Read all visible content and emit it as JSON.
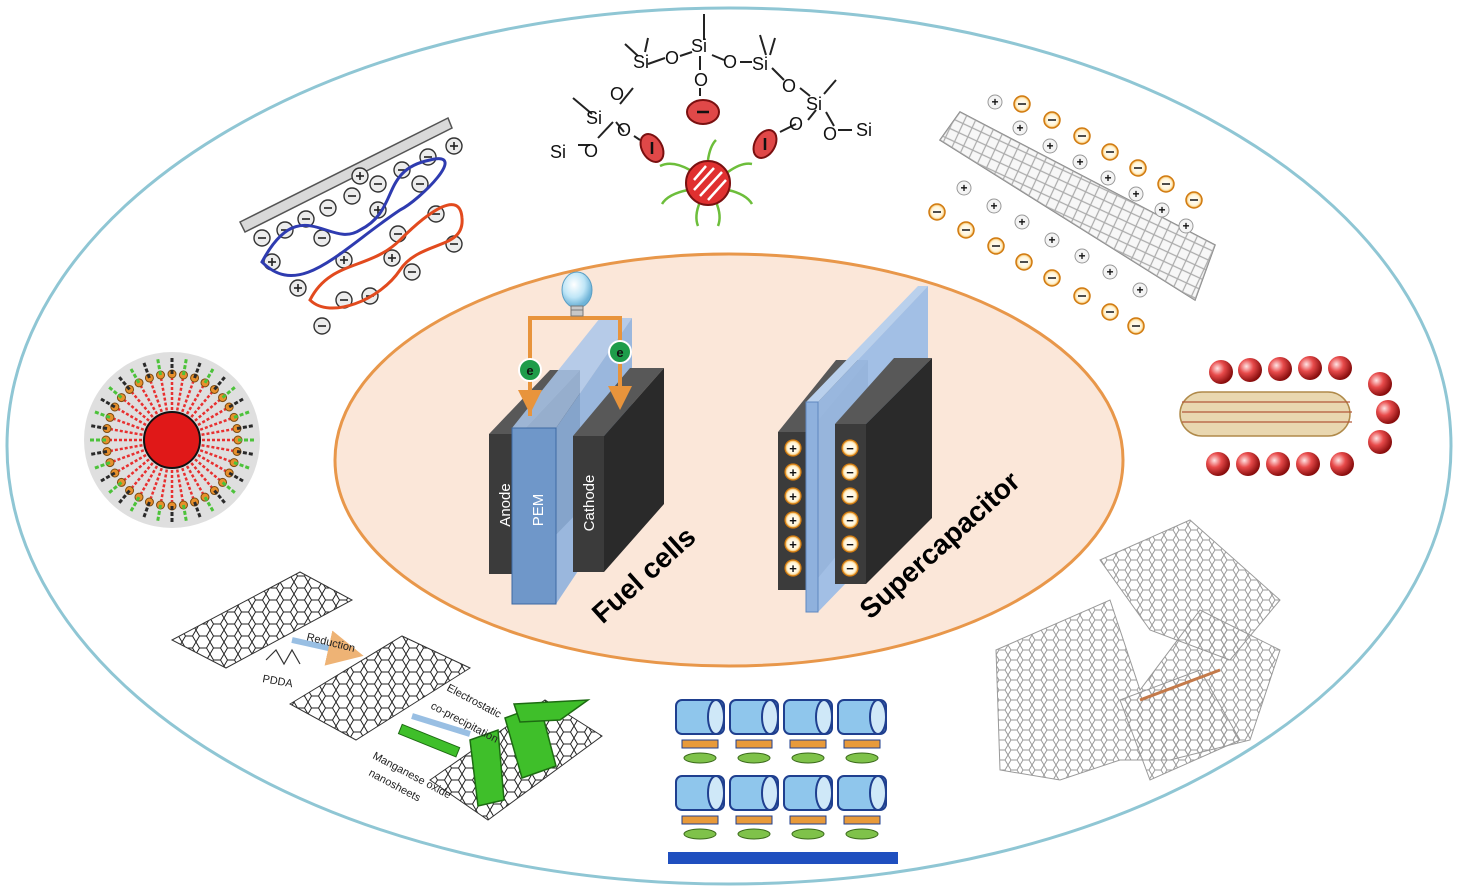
{
  "labels": {
    "anode": "Anode",
    "pem": "PEM",
    "cathode": "Cathode",
    "fuel_cells": "Fuel cells",
    "supercapacitor": "Supercapacitor",
    "electron": "e",
    "plus": "+",
    "minus": "−"
  },
  "siloxane": {
    "si": "Si",
    "o": "O"
  },
  "graphene_scheme": {
    "reduction": "Reduction",
    "pdda": "PDDA",
    "electrostatic": "Electrostatic",
    "coprecipitation": "co-precipitation",
    "manganese_oxide": "Manganese oxide",
    "nanosheets": "nanosheets"
  },
  "colors": {
    "outer_ellipse_stroke": "#8fc6d4",
    "inner_ellipse_fill": "#fbe7d9",
    "inner_ellipse_stroke": "#e8974a",
    "electrode_dark": "#3b3b3b",
    "pem_blue": "#6f97c9",
    "wire_orange": "#e8943c",
    "electron_green": "#1e9c4a"
  }
}
